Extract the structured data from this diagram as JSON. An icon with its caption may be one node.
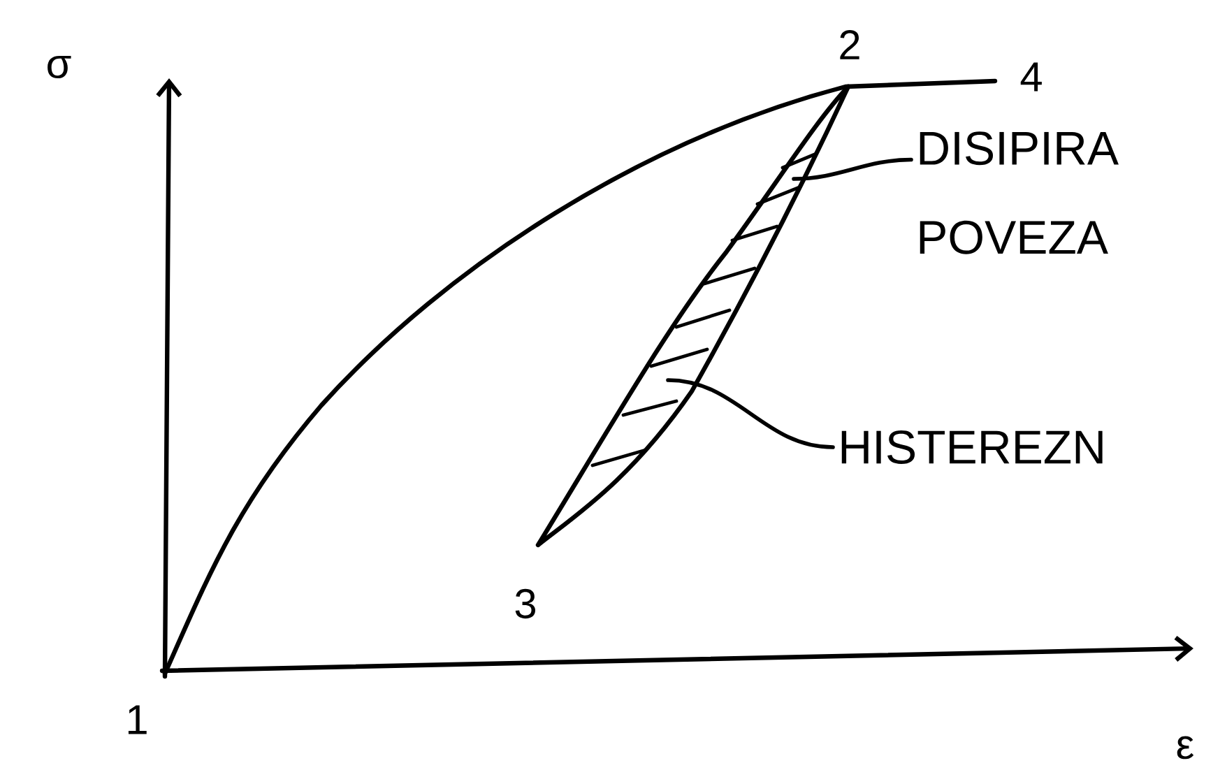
{
  "diagram": {
    "nodes": [
      {
        "text": [
          "DISIPIRA POVEZA"
        ]
      },
      {
        "text": [
          "HISTEREZN"
        ]
      }
    ],
    "edges": [
      {
        "from": 0,
        "to": null,
        "arrow": "none"
      },
      {
        "from": 1,
        "to": null,
        "arrow": "none"
      }
    ],
    "labels": [
      "σ",
      "2",
      "4",
      "3",
      "1",
      "ε"
    ]
  }
}
